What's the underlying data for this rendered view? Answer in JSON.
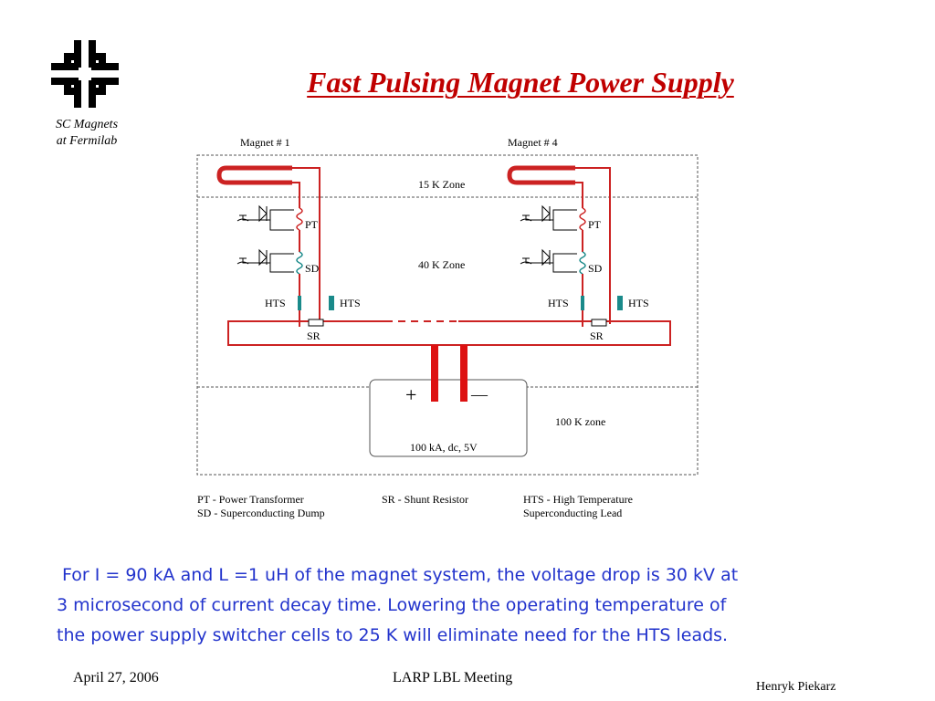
{
  "header": {
    "logo_caption_line1": "SC Magnets",
    "logo_caption_line2": "at Fermilab",
    "title": "Fast Pulsing Magnet Power Supply"
  },
  "diagram": {
    "magnet1_label": "Magnet # 1",
    "magnet4_label": "Magnet # 4",
    "zone_15k": "15 K Zone",
    "zone_40k": "40 K Zone",
    "zone_100k": "100 K zone",
    "pt_label": "PT",
    "sd_label": "SD",
    "hts_label": "HTS",
    "sr_label": "SR",
    "plus_sign": "+",
    "minus_sign": "—",
    "supply_rating": "100 kA, dc, 5V",
    "legend": {
      "pt": "PT - Power Transformer",
      "sd": "SD - Superconducting Dump",
      "sr": "SR - Shunt Resistor",
      "hts_line1": "HTS - High Temperature",
      "hts_line2": "Superconducting Lead"
    },
    "colors": {
      "conductor": "#cc2222",
      "hts_lead": "#1a8a8a",
      "sd_coil": "#1a8a8a",
      "zone_border": "#555555"
    }
  },
  "body": {
    "line1": "For I = 90 kA and L =1 uH of the magnet system, the voltage drop is 30 kV at",
    "line2": "3 microsecond of current decay time. Lowering the operating temperature of",
    "line3": "the power supply switcher cells to 25 K will eliminate need for the HTS leads.",
    "color": "#2233cc"
  },
  "footer": {
    "date": "April 27, 2006",
    "meeting": "LARP LBL Meeting",
    "author": "Henryk Piekarz"
  }
}
